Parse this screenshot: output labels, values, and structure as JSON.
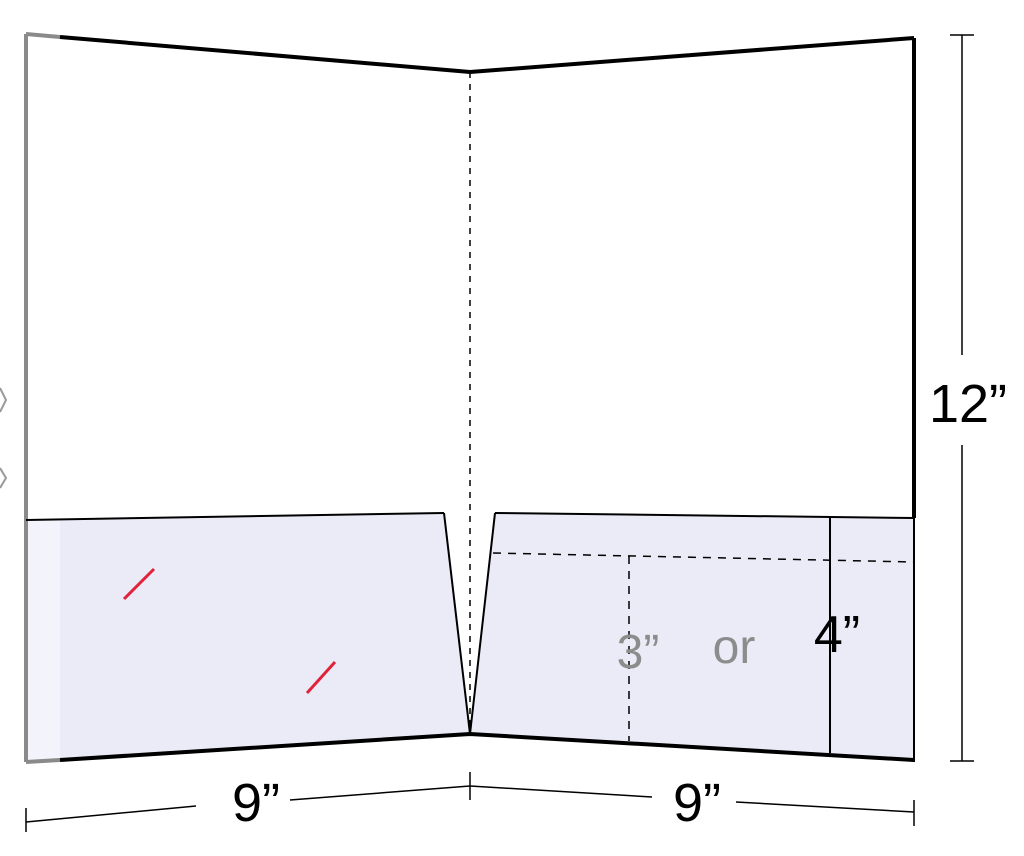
{
  "diagram": {
    "labels": {
      "height": "12”",
      "left_panel_width": "9”",
      "right_panel_width": "9”",
      "pocket_option_short": "3”",
      "pocket_option_conjunction": "or",
      "pocket_option_tall": "4”"
    },
    "colors": {
      "outline": "#000000",
      "pocket_fill": "#ebebf7",
      "spine_shadow": "#8a8a8a",
      "card_slit": "#e0223a",
      "secondary_text": "#8c8c8c",
      "fold_line": "#000000"
    }
  }
}
